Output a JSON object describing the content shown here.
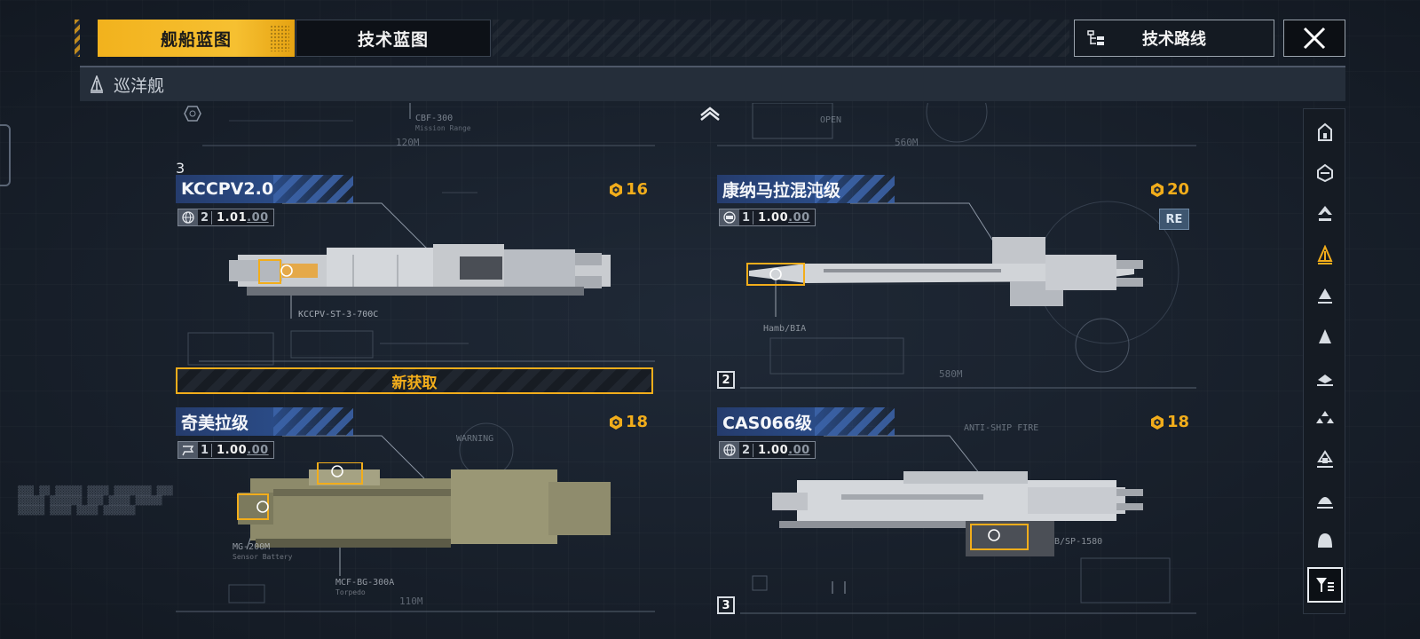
{
  "tabs": [
    {
      "label": "舰船蓝图",
      "active": true
    },
    {
      "label": "技术蓝图",
      "active": false
    }
  ],
  "tech_route_label": "技术路线",
  "category": {
    "label": "巡洋舰",
    "icon": "cruiser-icon"
  },
  "top_ghost": {
    "left_tier": "3",
    "left_callout": "CBF-300",
    "left_callout_sub": "Mission Range",
    "left_len": "120M",
    "right_len": "560M",
    "right_callout": "OPEN"
  },
  "ships": [
    {
      "name": "KCCPV2.0",
      "tier": "2",
      "version": "1.01",
      "version_suffix": ".00",
      "cost": "16",
      "class_icon": "globe-icon",
      "callout": "KCCPV-ST-3-700C",
      "new_label": "新获取",
      "palette": "white"
    },
    {
      "name": "康纳马拉混沌级",
      "tier": "1",
      "version": "1.00",
      "version_suffix": ".00",
      "cost": "20",
      "badge": "RE",
      "class_icon": "gear-globe-icon",
      "callout": "Hamb/BIA",
      "bottom_tier": "2",
      "length": "580M",
      "palette": "white"
    },
    {
      "name": "奇美拉级",
      "tier": "1",
      "version": "1.00",
      "version_suffix": ".00",
      "cost": "18",
      "class_icon": "flag-icon",
      "callout_a": "MG-200M",
      "callout_a_sub": "Sensor Battery",
      "callout_b": "MCF-BG-300A",
      "callout_b_sub": "Torpedo",
      "warning": "WARNING",
      "length": "110M",
      "palette": "khaki"
    },
    {
      "name": "CAS066级",
      "tier": "2",
      "version": "1.00",
      "version_suffix": ".00",
      "cost": "18",
      "class_icon": "globe-icon",
      "callout_a": "ANTI-SHIP FIRE",
      "callout_b": "B/SP-1580",
      "bottom_tier": "3",
      "palette": "white"
    }
  ],
  "sidebar": [
    {
      "icon": "ship-class-1-icon",
      "active": false
    },
    {
      "icon": "ship-class-2-icon",
      "active": false
    },
    {
      "icon": "ship-class-3-icon",
      "active": false
    },
    {
      "icon": "cruiser-icon",
      "active": true
    },
    {
      "icon": "ship-class-5-icon",
      "active": false
    },
    {
      "icon": "ship-class-6-icon",
      "active": false
    },
    {
      "icon": "ship-class-7-icon",
      "active": false
    },
    {
      "icon": "ship-class-8-icon",
      "active": false
    },
    {
      "icon": "ship-class-9-icon",
      "active": false
    },
    {
      "icon": "ship-class-10-icon",
      "active": false
    },
    {
      "icon": "ship-class-11-icon",
      "active": false
    },
    {
      "icon": "filter-icon",
      "active": false
    }
  ],
  "colors": {
    "accent": "#f2ad1b",
    "name_plate": "#2a4b86",
    "background": "#1d2633"
  }
}
